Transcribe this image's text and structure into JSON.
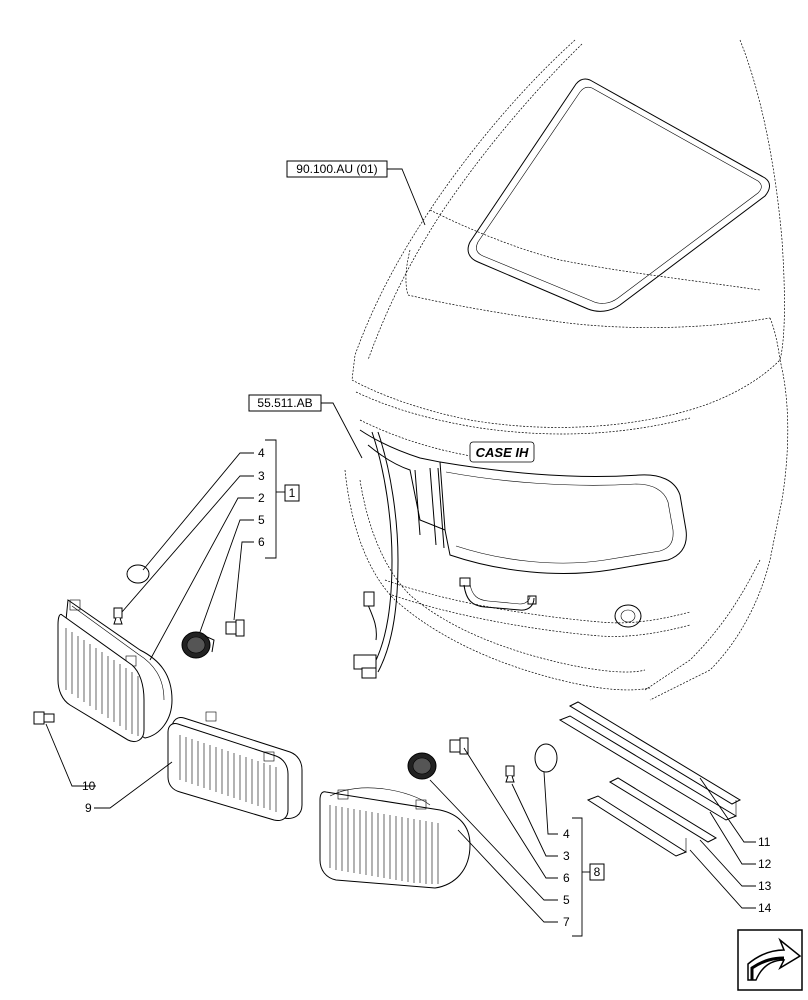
{
  "references": {
    "hood": "90.100.AU (01)",
    "harness": "55.511.AB"
  },
  "group_left": {
    "kit_number": "1",
    "items": [
      "4",
      "3",
      "2",
      "5",
      "6"
    ]
  },
  "group_right": {
    "kit_number": "8",
    "items": [
      "4",
      "3",
      "6",
      "5",
      "7"
    ]
  },
  "callouts": {
    "c9": "9",
    "c10": "10",
    "c11": "11",
    "c12": "12",
    "c13": "13",
    "c14": "14"
  },
  "brand_mark": "CASE IH",
  "nav_icon": "next-page-arrow-icon"
}
